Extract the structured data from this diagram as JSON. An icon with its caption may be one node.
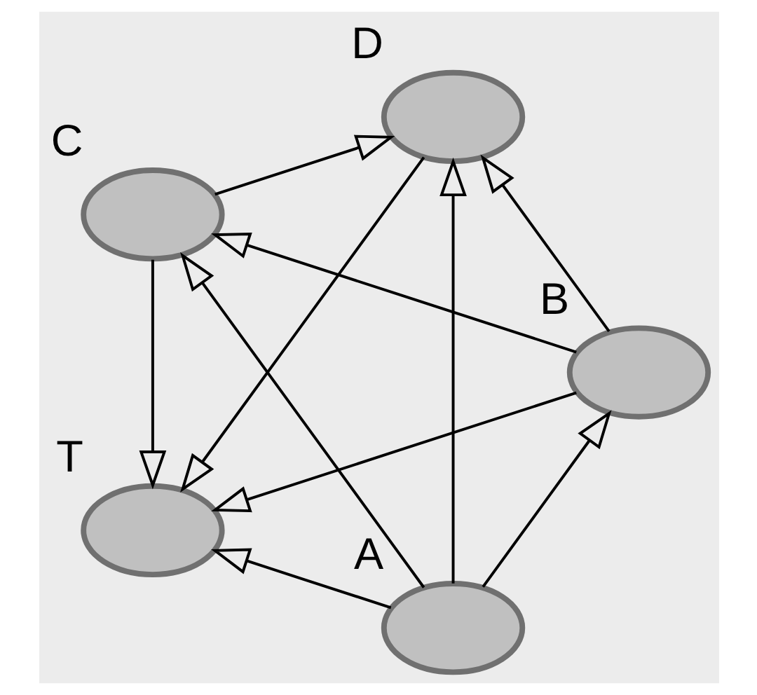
{
  "diagram": {
    "nodes": [
      {
        "text": [
          "A"
        ]
      },
      {
        "text": [
          "B"
        ]
      },
      {
        "text": [
          "C"
        ]
      },
      {
        "text": [
          "D"
        ]
      },
      {
        "text": [
          "T"
        ]
      }
    ],
    "edges": [
      {
        "from": 0,
        "to": 1,
        "arrow": "to"
      },
      {
        "from": 0,
        "to": 2,
        "arrow": "to"
      },
      {
        "from": 0,
        "to": 3,
        "arrow": "to"
      },
      {
        "from": 0,
        "to": 4,
        "arrow": "to"
      },
      {
        "from": 1,
        "to": 2,
        "arrow": "to"
      },
      {
        "from": 1,
        "to": 3,
        "arrow": "to"
      },
      {
        "from": 1,
        "to": 4,
        "arrow": "to"
      },
      {
        "from": 2,
        "to": 3,
        "arrow": "to"
      },
      {
        "from": 2,
        "to": 4,
        "arrow": "to"
      },
      {
        "from": 3,
        "to": 4,
        "arrow": "to"
      }
    ]
  }
}
